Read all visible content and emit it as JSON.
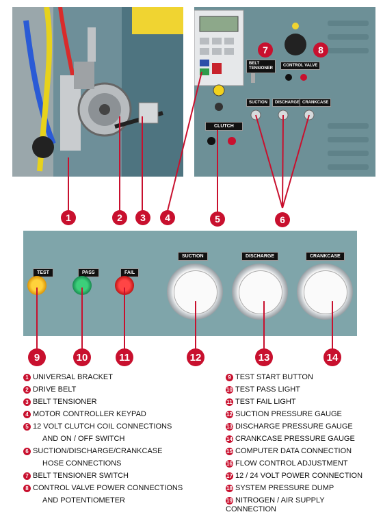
{
  "photo_labels": {
    "belt_tensioner": "BELT\nTENSIONER",
    "control_valve": "CONTROL VALVE",
    "clutch": "CLUTCH",
    "suction_small": "SUCTION",
    "discharge_small": "DISCHARGE",
    "crankcase_small": "CRANKCASE",
    "test": "TEST",
    "pass": "PASS",
    "fail": "FAIL",
    "suction": "SUCTION",
    "discharge": "DISCHARGE",
    "crankcase": "CRANKCASE"
  },
  "badges": {
    "b1": "1",
    "b2": "2",
    "b3": "3",
    "b4": "4",
    "b5": "5",
    "b6": "6",
    "b7": "7",
    "b8": "8",
    "b9": "9",
    "b10": "10",
    "b11": "11",
    "b12": "12",
    "b13": "13",
    "b14": "14"
  },
  "legend_left": [
    {
      "num": "1",
      "text": "UNIVERSAL BRACKET"
    },
    {
      "num": "2",
      "text": "DRIVE BELT"
    },
    {
      "num": "3",
      "text": "BELT TENSIONER"
    },
    {
      "num": "4",
      "text": "MOTOR CONTROLLER KEYPAD"
    },
    {
      "num": "5",
      "text": "12 VOLT CLUTCH COIL CONNECTIONS",
      "cont": "AND ON / OFF SWITCH"
    },
    {
      "num": "6",
      "text": "SUCTION/DISCHARGE/CRANKCASE",
      "cont": "HOSE CONNECTIONS"
    },
    {
      "num": "7",
      "text": "BELT TENSIONER SWITCH"
    },
    {
      "num": "8",
      "text": "CONTROL VALVE POWER CONNECTIONS",
      "cont": "AND POTENTIOMETER"
    }
  ],
  "legend_right": [
    {
      "num": "9",
      "text": "TEST START BUTTON"
    },
    {
      "num": "10",
      "text": "TEST PASS LIGHT"
    },
    {
      "num": "11",
      "text": "TEST FAIL LIGHT"
    },
    {
      "num": "12",
      "text": "SUCTION PRESSURE GAUGE"
    },
    {
      "num": "13",
      "text": "DISCHARGE PRESSURE GAUGE"
    },
    {
      "num": "14",
      "text": "CRANKCASE PRESSURE GAUGE"
    },
    {
      "num": "15",
      "text": "COMPUTER DATA CONNECTION"
    },
    {
      "num": "16",
      "text": "FLOW CONTROL ADJUSTMENT"
    },
    {
      "num": "17",
      "text": "12 / 24 VOLT POWER CONNECTION"
    },
    {
      "num": "18",
      "text": "SYSTEM PRESSURE DUMP"
    },
    {
      "num": "19",
      "text": "NITROGEN / AIR SUPPLY",
      "cont": "CONNECTION"
    }
  ]
}
